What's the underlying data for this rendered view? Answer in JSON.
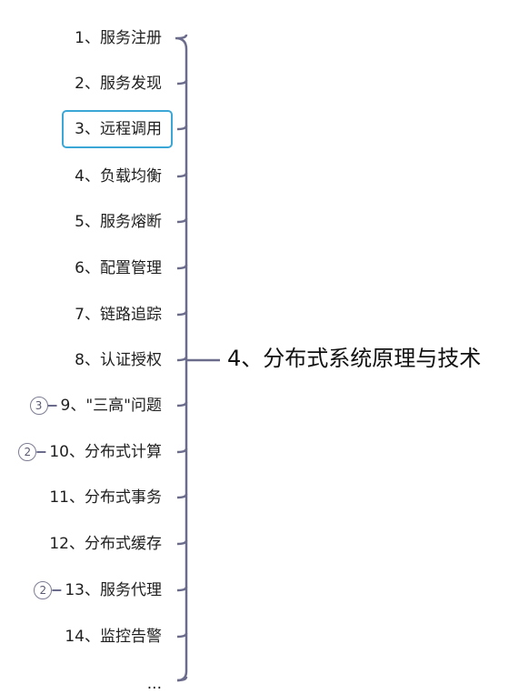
{
  "root": {
    "label": "4、分布式系统原理与技术"
  },
  "branches": [
    {
      "label": "1、服务注册",
      "badge": null,
      "selected": false
    },
    {
      "label": "2、服务发现",
      "badge": null,
      "selected": false
    },
    {
      "label": "3、远程调用",
      "badge": null,
      "selected": true
    },
    {
      "label": "4、负载均衡",
      "badge": null,
      "selected": false
    },
    {
      "label": "5、服务熔断",
      "badge": null,
      "selected": false
    },
    {
      "label": "6、配置管理",
      "badge": null,
      "selected": false
    },
    {
      "label": "7、链路追踪",
      "badge": null,
      "selected": false
    },
    {
      "label": "8、认证授权",
      "badge": null,
      "selected": false
    },
    {
      "label": "9、\"三高\"问题",
      "badge": "3",
      "selected": false
    },
    {
      "label": "10、分布式计算",
      "badge": "2",
      "selected": false
    },
    {
      "label": "11、分布式事务",
      "badge": null,
      "selected": false
    },
    {
      "label": "12、分布式缓存",
      "badge": null,
      "selected": false
    },
    {
      "label": "13、服务代理",
      "badge": "2",
      "selected": false
    },
    {
      "label": "14、监控告警",
      "badge": null,
      "selected": false
    },
    {
      "label": "...",
      "badge": null,
      "selected": false
    }
  ],
  "colors": {
    "connector": "#6b6b8c",
    "selection": "#3aa7d6",
    "badge": "#7d7d94"
  }
}
